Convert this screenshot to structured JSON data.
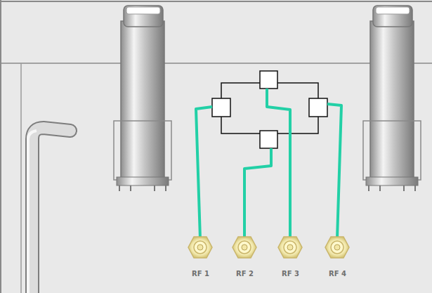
{
  "diagram": {
    "labels": [
      "RF 1",
      "RF 2",
      "RF 3",
      "RF 4"
    ]
  }
}
